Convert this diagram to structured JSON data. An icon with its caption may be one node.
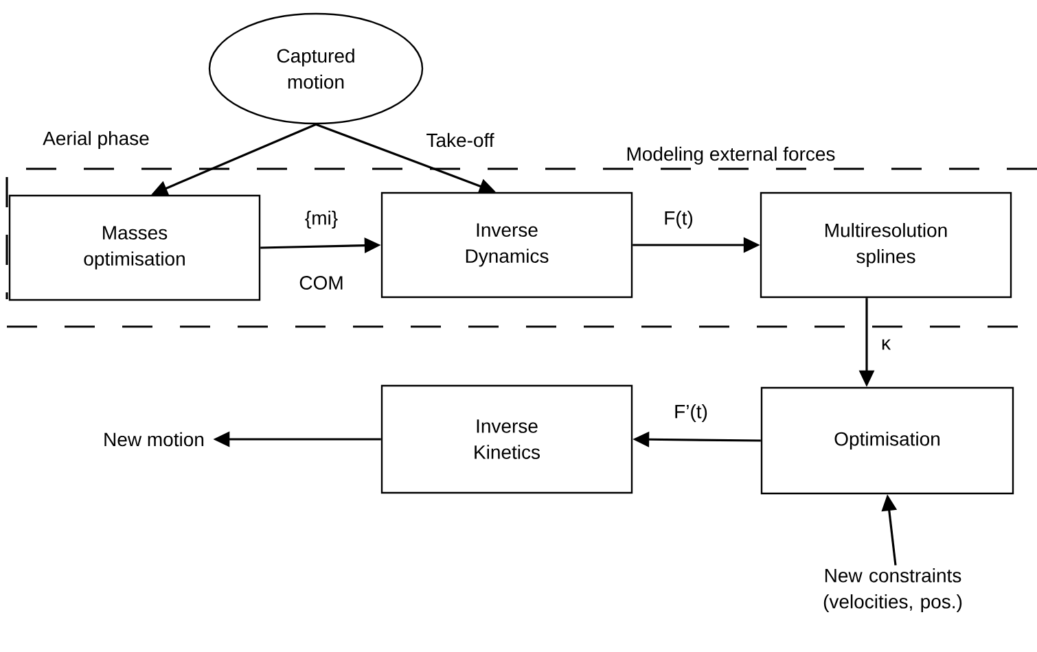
{
  "diagram": {
    "nodes": [
      {
        "text": [
          "Captured motion"
        ]
      },
      {
        "text": [
          "Modeling external forces"
        ]
      },
      {
        "text": [
          "Masses optimisation"
        ],
        "in": 1
      },
      {
        "text": [
          "Inverse Dynamics"
        ],
        "in": 1
      },
      {
        "text": [
          "Multiresolution splines"
        ],
        "in": 1
      },
      {
        "text": [
          "Inverse Kinetics"
        ]
      },
      {
        "text": [
          "Optimisation"
        ]
      },
      {
        "text": [
          "New motion"
        ]
      },
      {
        "text": [
          "New constraints (velocities, pos.)"
        ]
      }
    ],
    "edges": [
      {
        "from": 0,
        "to": 2,
        "arrow": "to",
        "label": "Aerial phase"
      },
      {
        "from": 0,
        "to": 3,
        "arrow": "to",
        "label": "Take-off"
      },
      {
        "from": 2,
        "to": 3,
        "arrow": "to",
        "label": "{mi}"
      },
      {
        "from": 3,
        "to": 4,
        "arrow": "to",
        "label": "F(t)"
      },
      {
        "from": 4,
        "to": 6,
        "arrow": "to",
        "label": "κ"
      },
      {
        "from": 6,
        "to": 5,
        "arrow": "to",
        "label": "F’(t)"
      },
      {
        "from": 5,
        "to": 7,
        "arrow": "to"
      },
      {
        "from": 8,
        "to": 6,
        "arrow": "to"
      }
    ],
    "labels": [
      "COM"
    ]
  }
}
